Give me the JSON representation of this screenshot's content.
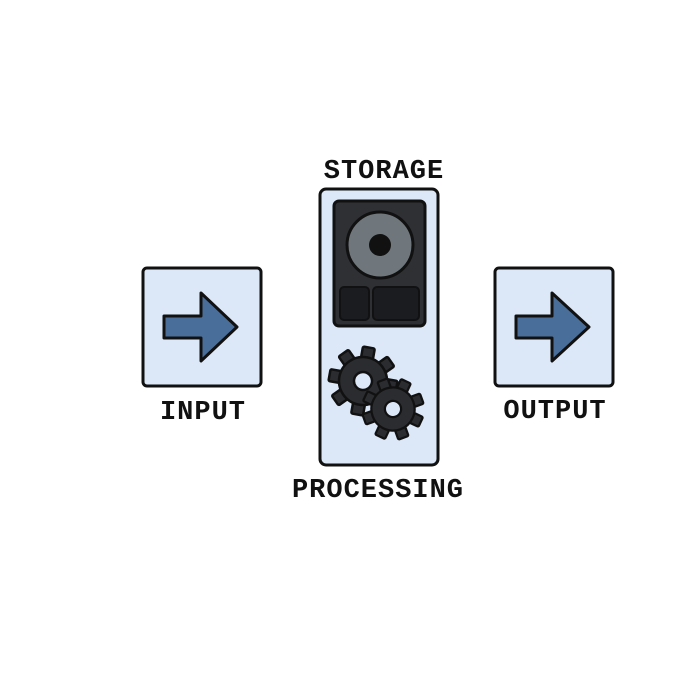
{
  "labels": {
    "storage": "STORAGE",
    "input": "INPUT",
    "output": "OUTPUT",
    "processing": "PROCESSING"
  },
  "icons": {
    "input": "right-arrow-icon",
    "output": "right-arrow-icon",
    "storage": "hard-drive-icon",
    "processing": "gears-icon"
  },
  "colors": {
    "box_fill": "#dce8f8",
    "stroke": "#111111",
    "arrow": "#4a6e9a",
    "drive_body": "#2e3034",
    "platter": "#6f777d",
    "gear": "#2b2c2f"
  }
}
